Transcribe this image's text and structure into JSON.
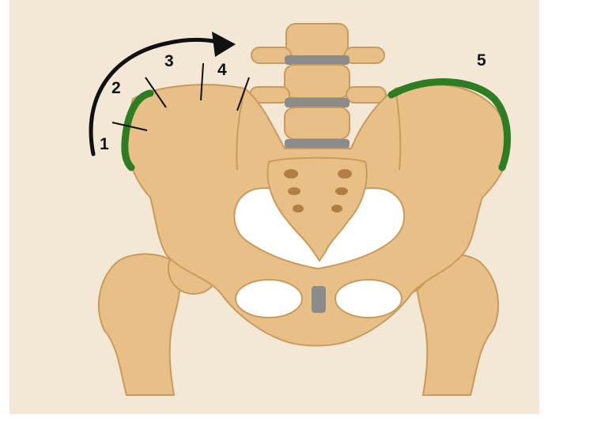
{
  "figure": {
    "background_color": "#ffffff",
    "panel_color": "#f3e7d6",
    "bone_color": "#e8bf86",
    "bone_shadow_color": "#c99a5d",
    "disc_color": "#8b8b8b",
    "cartilage_color": "#2e7d23",
    "labels": [
      "1",
      "2",
      "3",
      "4",
      "5"
    ],
    "arrow_icon": "curved-arrow-icon"
  }
}
